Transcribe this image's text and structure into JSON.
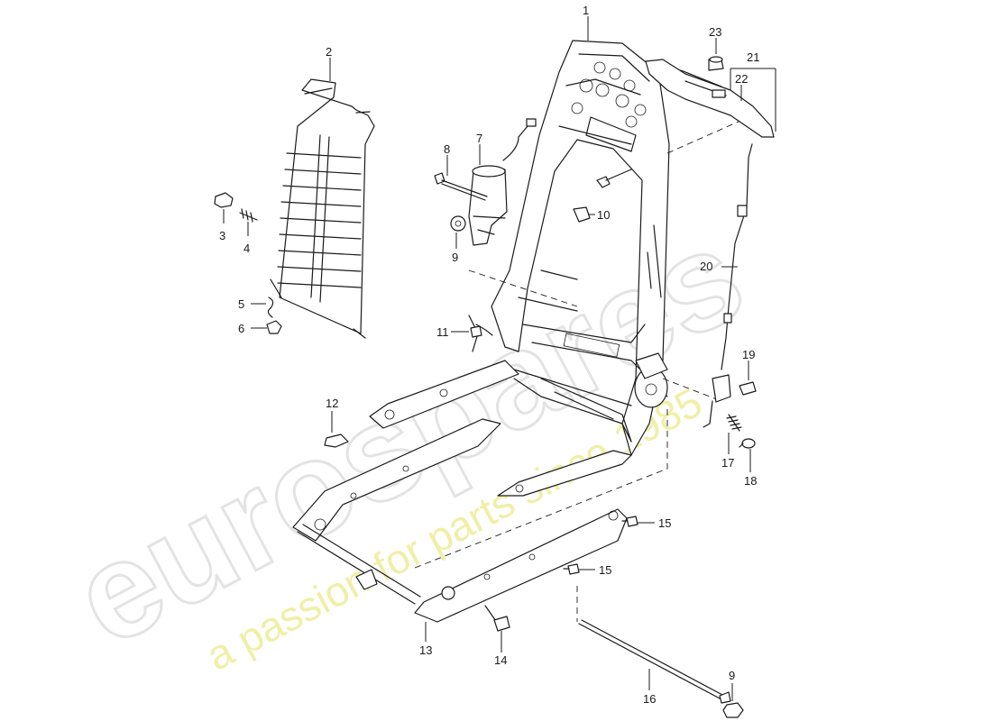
{
  "watermark": {
    "brand": "eurospares",
    "tagline": "a passion for parts since 1985",
    "brand_color": "#e3e3e3",
    "tagline_color": "#eded9a"
  },
  "callouts": {
    "p1": "1",
    "p2": "2",
    "p3": "3",
    "p4": "4",
    "p5": "5",
    "p6": "6",
    "p7": "7",
    "p8": "8",
    "p9a": "9",
    "p9b": "9",
    "p10": "10",
    "p11": "11",
    "p12": "12",
    "p13": "13",
    "p14": "14",
    "p15a": "15",
    "p15b": "15",
    "p16": "16",
    "p17": "17",
    "p18": "18",
    "p19": "19",
    "p20": "20",
    "p21": "21",
    "p22": "22",
    "p23": "23"
  }
}
